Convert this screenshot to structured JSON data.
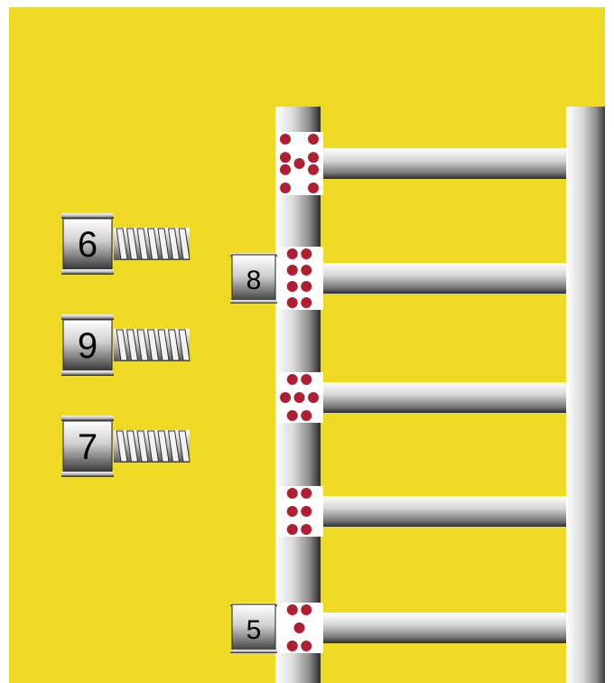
{
  "colors": {
    "background": "#EEDA25",
    "dot": "#B01E34",
    "dot_panel": "#FFFFFF"
  },
  "ladder": {
    "rungs": [
      {
        "dots": 9,
        "placed_number": ""
      },
      {
        "dots": 8,
        "placed_number": "8"
      },
      {
        "dots": 7,
        "placed_number": ""
      },
      {
        "dots": 6,
        "placed_number": ""
      },
      {
        "dots": 5,
        "placed_number": "5"
      }
    ]
  },
  "screws": [
    {
      "label": "6"
    },
    {
      "label": "9"
    },
    {
      "label": "7"
    }
  ]
}
